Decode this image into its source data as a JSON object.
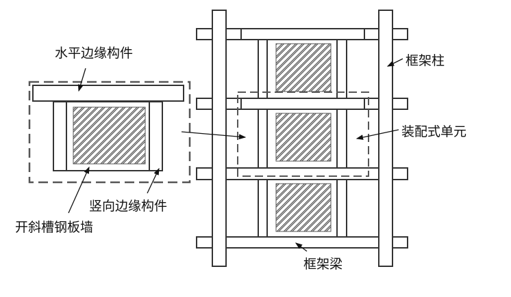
{
  "labels": {
    "horizontal_edge_member": "水平边缘构件",
    "frame_column": "框架柱",
    "prefab_unit": "装配式单元",
    "vertical_edge_member": "竖向边缘构件",
    "slotted_steel_plate_wall": "开斜槽钢板墙",
    "frame_beam": "框架梁"
  }
}
